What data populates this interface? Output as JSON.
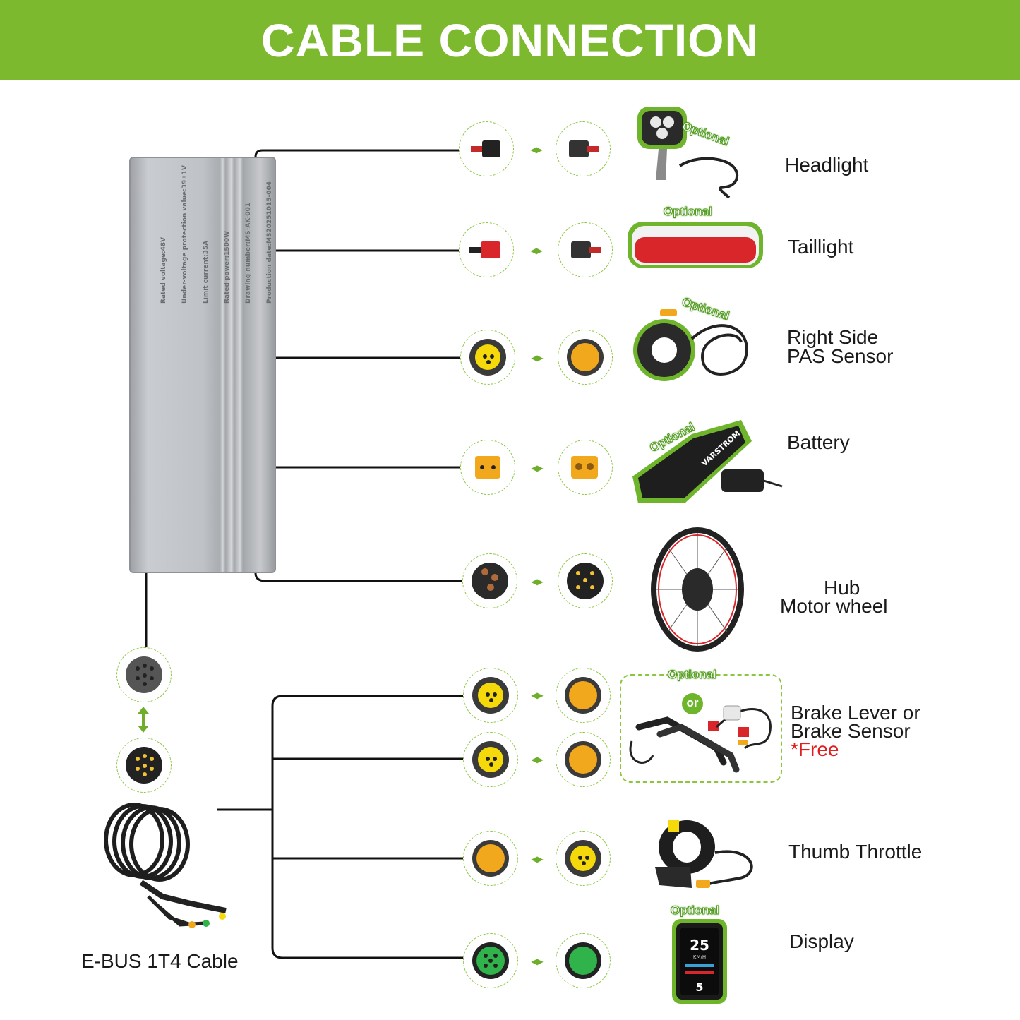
{
  "header": {
    "title": "CABLE CONNECTION"
  },
  "controller": {
    "specs": [
      "Rated voltage:48V",
      "Under-voltage protection value:39±1V",
      "Limit current:35A",
      "Rated power:1500W",
      "Drawing number:MS-AK-001",
      "Production date:MS20251015-004"
    ]
  },
  "optional_tag": "Optional",
  "or_tag": "or",
  "components": {
    "headlight": "Headlight",
    "taillight": "Taillight",
    "pas_line1": "Right Side",
    "pas_line2": "PAS Sensor",
    "battery": "Battery",
    "hub_line1": "Hub",
    "hub_line2": "Motor wheel",
    "brake_line1": "Brake Lever or",
    "brake_line2": "Brake Sensor",
    "brake_free": "*Free",
    "throttle": "Thumb Throttle",
    "display": "Display"
  },
  "battery_brand": "VARSTROM",
  "display_screen": {
    "speed": "25",
    "unit": "KM/H",
    "gear": "5"
  },
  "cable_label": "E-BUS 1T4 Cable",
  "colors": {
    "brand_green": "#7cb92f",
    "connector_yellow": "#f5d90a",
    "connector_orange": "#f2a81d",
    "connector_green": "#2fb34a",
    "taillight_red": "#d8262b"
  }
}
